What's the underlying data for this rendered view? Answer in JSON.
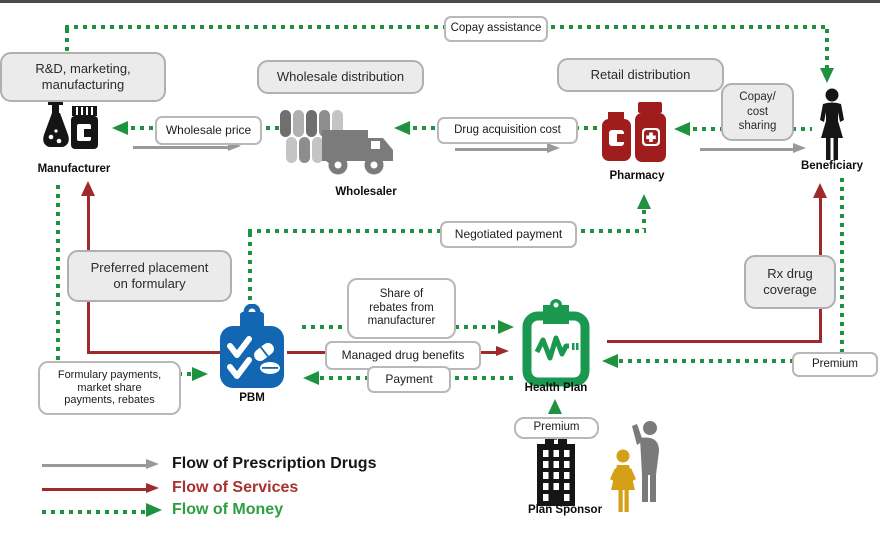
{
  "colors": {
    "flow_drugs": "#999999",
    "flow_services": "#9e2a2b",
    "flow_money": "#1f9240",
    "legend_drugs_text": "#161616",
    "legend_services_text": "#a8322f",
    "legend_money_text": "#2f9e41",
    "pbm_blue": "#1266b2",
    "health_plan_green": "#1b9850",
    "pharmacy_red": "#a01d1d",
    "plan_sponsor_black": "#151515",
    "wholesaler_gray": "#7b7b7b",
    "woman_gold": "#d4a017",
    "process_box_gray": "#ebebeb"
  },
  "entities": {
    "manufacturer": {
      "label": "Manufacturer"
    },
    "wholesaler": {
      "label": "Wholesaler"
    },
    "pharmacy": {
      "label": "Pharmacy"
    },
    "beneficiary": {
      "label": "Beneficiary"
    },
    "pbm": {
      "label": "PBM"
    },
    "health_plan": {
      "label": "Health Plan"
    },
    "plan_sponsor": {
      "label": "Plan Sponsor"
    }
  },
  "process_boxes": {
    "rd": "R&D, marketing,\nmanufacturing",
    "wholesale_distribution": "Wholesale distribution",
    "retail_distribution": "Retail distribution",
    "copay_cost_sharing": "Copay/\ncost\nsharing",
    "preferred_placement": "Preferred placement\non formulary",
    "rx_drug_coverage": "Rx drug\ncoverage"
  },
  "flow_labels": {
    "copay_assistance": "Copay assistance",
    "wholesale_price": "Wholesale price",
    "drug_acquisition_cost": "Drug acquisition cost",
    "negotiated_payment": "Negotiated payment",
    "share_of_rebates": "Share of\nrebates from\nmanufacturer",
    "managed_drug_benefits": "Managed drug benefits",
    "payment": "Payment",
    "formulary_payments": "Formulary payments,\nmarket share\npayments, rebates",
    "premium_from_beneficiary": "Premium",
    "premium_from_sponsor": "Premium"
  },
  "legend": {
    "items": [
      {
        "label": "Flow of Prescription Drugs",
        "style": "solid",
        "color": "#999999"
      },
      {
        "label": "Flow of Services",
        "style": "solid",
        "color": "#9e2a2b"
      },
      {
        "label": "Flow of Money",
        "style": "dotted",
        "color": "#1f9240"
      }
    ]
  }
}
